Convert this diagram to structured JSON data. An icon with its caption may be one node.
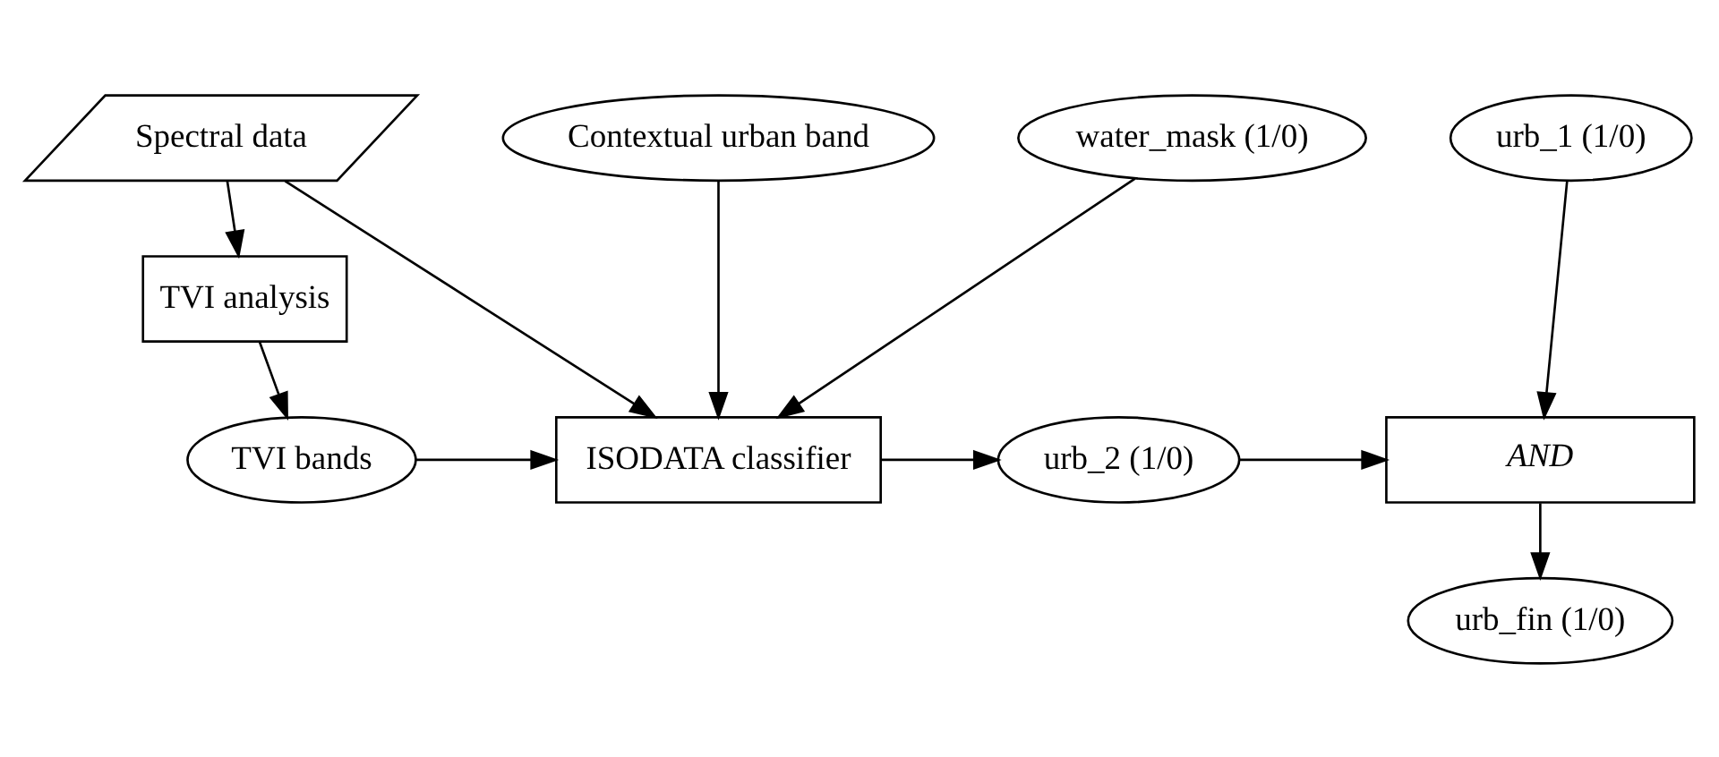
{
  "diagram": {
    "nodes": [
      {
        "text": [
          "urb_1 (1/0)"
        ]
      },
      {
        "text": [
          "water_mask (1/0)"
        ]
      },
      {
        "text": [
          "Contextual urban band"
        ]
      },
      {
        "text": [
          "Spectral data"
        ]
      },
      {
        "text": [
          "TVI analysis"
        ]
      },
      {
        "text": [
          "AND"
        ]
      },
      {
        "text": [
          "urb_2 (1/0)"
        ]
      },
      {
        "text": [
          "ISODATA classifier"
        ]
      },
      {
        "text": [
          "TVI bands"
        ]
      },
      {
        "text": [
          "urb_fin (1/0)"
        ]
      }
    ],
    "edges": [
      {
        "from": 0,
        "to": 5,
        "arrow": "to"
      },
      {
        "from": 1,
        "to": 7,
        "arrow": "to"
      },
      {
        "from": 2,
        "to": 7,
        "arrow": "to"
      },
      {
        "from": 3,
        "to": 7,
        "arrow": "to"
      },
      {
        "from": 3,
        "to": 4,
        "arrow": "to"
      },
      {
        "from": 4,
        "to": 8,
        "arrow": "to"
      },
      {
        "from": 8,
        "to": 7,
        "arrow": "to"
      },
      {
        "from": 7,
        "to": 6,
        "arrow": "to"
      },
      {
        "from": 6,
        "to": 5,
        "arrow": "to"
      },
      {
        "from": 5,
        "to": 9,
        "arrow": "to"
      }
    ]
  }
}
